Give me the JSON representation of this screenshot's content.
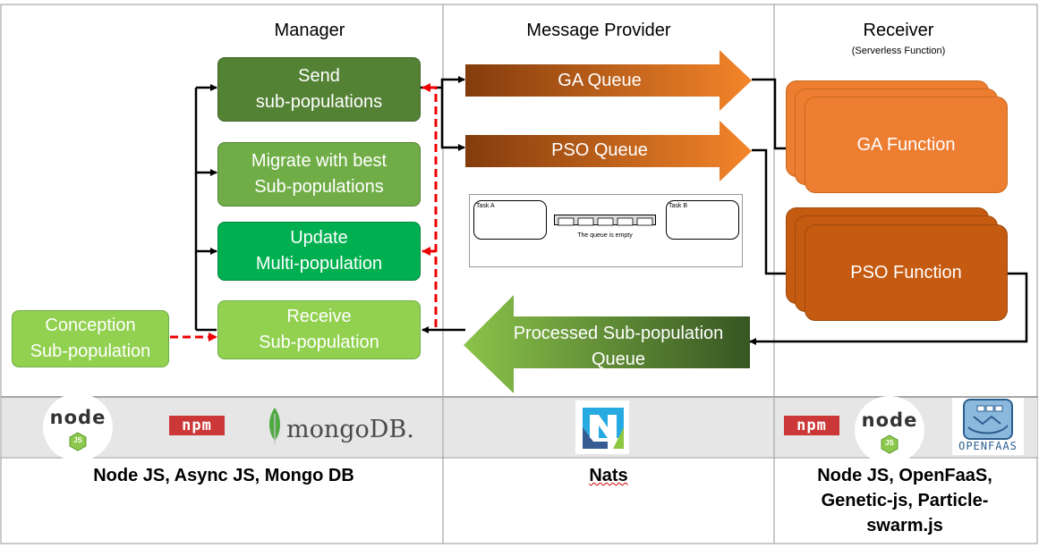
{
  "columns": {
    "manager": "Manager",
    "provider": "Message Provider",
    "receiver": "Receiver",
    "receiver_sub": "(Serverless Function)"
  },
  "manager_boxes": {
    "send": [
      "Send",
      "sub-populations"
    ],
    "migrate": [
      "Migrate with best",
      "Sub-populations"
    ],
    "update": [
      "Update",
      "Multi-population"
    ],
    "receive": [
      "Receive",
      "Sub-population"
    ],
    "conception": [
      "Conception",
      "Sub-population"
    ]
  },
  "queues": {
    "ga": "GA Queue",
    "pso": "PSO Queue",
    "processed": [
      "Processed Sub-population",
      "Queue"
    ]
  },
  "queue_image": {
    "task_a": "Task A",
    "task_b": "Task B",
    "empty": "The queue is empty"
  },
  "functions": {
    "ga": "GA Function",
    "pso": "PSO Function"
  },
  "tech": {
    "manager_label": "Node JS, Async JS, Mongo DB",
    "provider_label": "Nats",
    "receiver_label": [
      "Node JS, OpenFaaS,",
      "Genetic-js, Particle-",
      "swarm.js"
    ],
    "logos": {
      "node": "node",
      "js": "JS",
      "npm": "npm",
      "mongo": "mongoDB.",
      "openfaas": "OPENFAAS"
    }
  },
  "colors": {
    "dark_green": "#548235",
    "mid_green": "#70ad47",
    "bright_green": "#00b050",
    "light_green": "#92d050",
    "orange": "#ed7d31",
    "dark_orange": "#c55a11",
    "brown": "#843c0c",
    "npm_red": "#cb3837"
  }
}
